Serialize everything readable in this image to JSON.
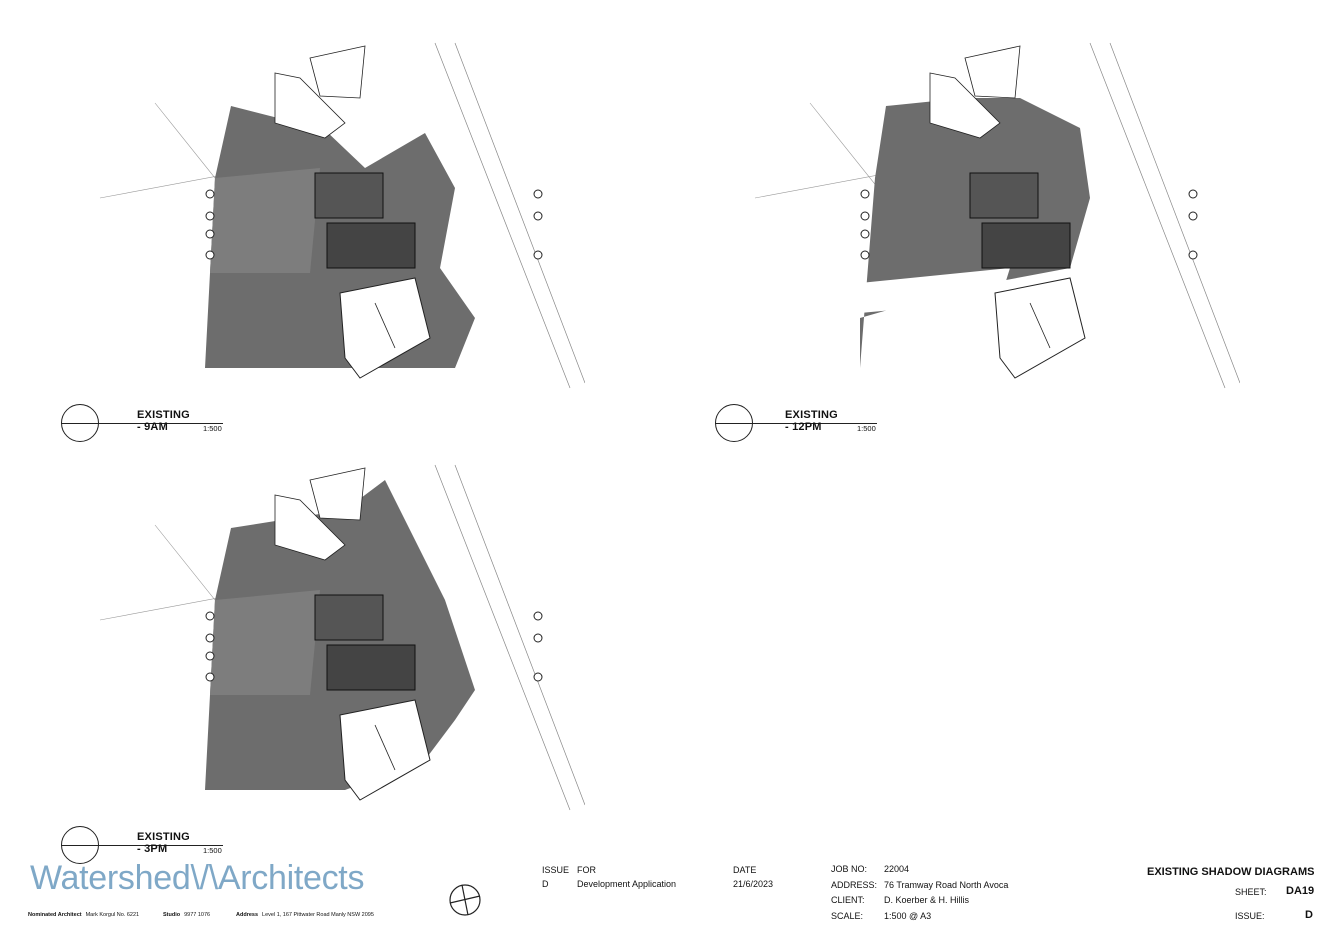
{
  "views": [
    {
      "title": "EXISTING - 9AM",
      "scale": "1:500"
    },
    {
      "title": "EXISTING - 12PM",
      "scale": "1:500"
    },
    {
      "title": "EXISTING - 3PM",
      "scale": "1:500"
    }
  ],
  "colors": {
    "shadow": "#6d6d6d",
    "linework": "#222222",
    "logo": "#7fa8c7"
  },
  "logo_text": "Watershed\\/\\Architects",
  "credits": {
    "architect_label": "Nominated Architect",
    "architect_value": "Mark Korgul No. 6221",
    "studio_label": "Studio",
    "studio_value": "9977 1076",
    "address_label": "Address",
    "address_value": "Level 1, 167 Pittwater Road Manly NSW 2095"
  },
  "issue_table": {
    "issue_header": "ISSUE",
    "for_header": "FOR",
    "date_header": "DATE",
    "issue": "D",
    "for": "Development Application",
    "date": "21/6/2023"
  },
  "job": {
    "job_no_label": "JOB NO:",
    "job_no": "22004",
    "address_label": "ADDRESS:",
    "address": "76 Tramway Road North Avoca",
    "client_label": "CLIENT:",
    "client": "D. Koerber & H. Hillis",
    "scale_label": "SCALE:",
    "scale": "1:500 @ A3"
  },
  "sheet": {
    "title": "EXISTING SHADOW DIAGRAMS",
    "sheet_label": "SHEET:",
    "sheet_value": "DA19",
    "issue_label": "ISSUE:",
    "issue_value": "D"
  }
}
